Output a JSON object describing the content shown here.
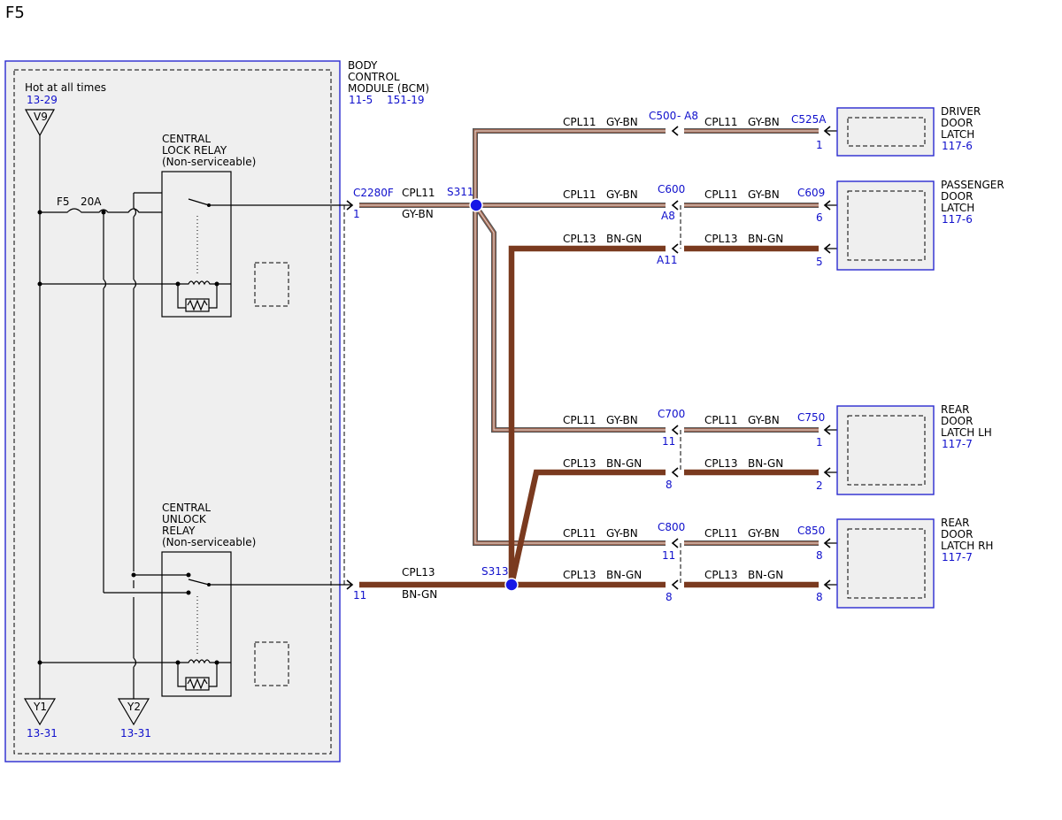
{
  "page": {
    "title": "F5"
  },
  "bcm": {
    "name_lines": [
      "BODY",
      "CONTROL",
      "MODULE (BCM)"
    ],
    "refs": [
      "11-5",
      "151-19"
    ],
    "hot_label": "Hot at all times",
    "hot_ref": "13-29",
    "supply": "V9",
    "fuse": "F5",
    "fuse_rating": "20A",
    "ground_left": "Y1",
    "ground_left_ref": "13-31",
    "ground_right": "Y2",
    "ground_right_ref": "13-31",
    "lock_relay_lines": [
      "CENTRAL",
      "LOCK RELAY",
      "(Non-serviceable)"
    ],
    "unlock_relay_lines": [
      "CENTRAL",
      "UNLOCK",
      "RELAY",
      "(Non-serviceable)"
    ],
    "connector": "C2280F",
    "pin_lock": "1",
    "pin_unlock": "11"
  },
  "splices": {
    "s311": "S311",
    "s313": "S313"
  },
  "wires": {
    "lock": {
      "circuit": "CPL11",
      "color": "GY-BN"
    },
    "unlock": {
      "circuit": "CPL13",
      "color": "BN-GN"
    }
  },
  "inline_connectors": {
    "c500": {
      "name": "C500",
      "suffix": "- A8"
    },
    "c600": {
      "name": "C600",
      "pin_lock": "A8",
      "pin_unlock": "A11"
    },
    "c700": {
      "name": "C700",
      "pin_lock": "11",
      "pin_unlock": "8"
    },
    "c800": {
      "name": "C800",
      "pin_lock": "11",
      "pin_unlock": "8"
    }
  },
  "devices": {
    "driver": {
      "lines": [
        "DRIVER",
        "DOOR",
        "LATCH"
      ],
      "ref": "117-6",
      "connector": "C525A",
      "pin_lock": "1"
    },
    "passenger": {
      "lines": [
        "PASSENGER",
        "DOOR",
        "LATCH"
      ],
      "ref": "117-6",
      "connector": "C609",
      "pin_lock": "6",
      "pin_unlock": "5"
    },
    "rear_lh": {
      "lines": [
        "REAR",
        "DOOR",
        "LATCH LH"
      ],
      "ref": "117-7",
      "connector": "C750",
      "pin_lock": "1",
      "pin_unlock": "2"
    },
    "rear_rh": {
      "lines": [
        "REAR",
        "DOOR",
        "LATCH RH"
      ],
      "ref": "117-7",
      "connector": "C850",
      "pin_lock": "8",
      "pin_unlock": "8"
    }
  },
  "colors": {
    "reference_blue": "#1010cc",
    "gy_bn_wire": "#b06a50",
    "bn_gn_wire": "#7a3a1f",
    "splice_dot": "#1717e6"
  }
}
